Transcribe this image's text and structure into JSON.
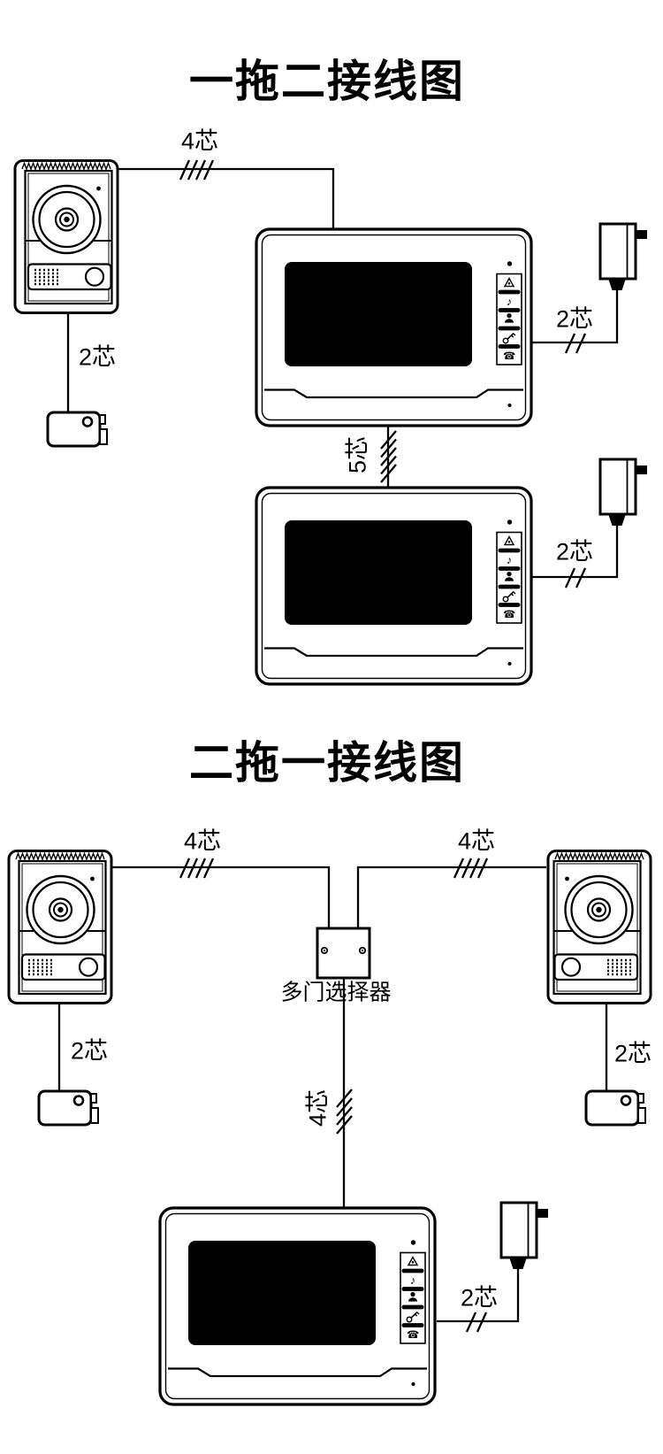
{
  "page": {
    "background": "#ffffff",
    "line_color": "#000000"
  },
  "diagram1": {
    "title": "一拖二接线图",
    "wire_labels": {
      "door_to_monitor": "4芯",
      "door_to_lock": "2芯",
      "adapter1_to_monitor1": "2芯",
      "monitor1_to_monitor2": "5芯",
      "adapter2_to_monitor2": "2芯"
    }
  },
  "diagram2": {
    "title": "二拖一接线图",
    "selector_label": "多门选择器",
    "wire_labels": {
      "left_door_to_selector": "4芯",
      "right_door_to_selector": "4芯",
      "left_door_to_lock": "2芯",
      "right_door_to_lock": "2芯",
      "selector_to_monitor": "4芯",
      "adapter3_to_monitor3": "2芯"
    }
  },
  "icons": {
    "monitor_button_icons": [
      "monitor-icon",
      "melody-icon",
      "talk-icon",
      "unlock-icon",
      "phone-icon"
    ],
    "melody_glyph": "♪",
    "phone_glyph": "☎"
  }
}
